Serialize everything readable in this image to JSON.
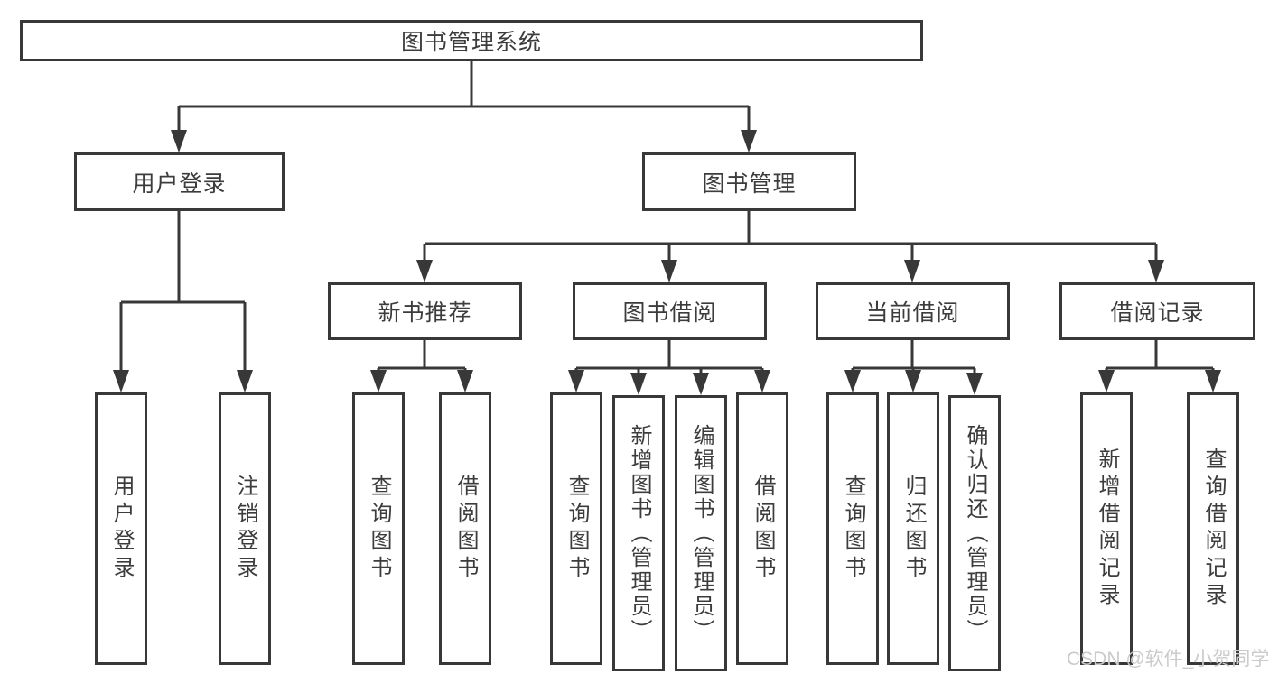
{
  "colors": {
    "line": "#383838",
    "text": "#3c3c3c",
    "background": "#ffffff",
    "watermark": "#cbcbcb"
  },
  "watermark": {
    "text": "CSDN @软件_小贺同学"
  },
  "tree": {
    "root": "图书管理系统",
    "user_login": {
      "label": "用户登录",
      "children": [
        "用户登录",
        "注销登录"
      ]
    },
    "book_management": {
      "label": "图书管理",
      "groups": [
        {
          "label": "新书推荐",
          "children": [
            "查询图书",
            "借阅图书"
          ]
        },
        {
          "label": "图书借阅",
          "children": [
            "查询图书",
            "新增图书（管理员）",
            "编辑图书（管理员）",
            "借阅图书"
          ]
        },
        {
          "label": "当前借阅",
          "children": [
            "查询图书",
            "归还图书",
            "确认归还（管理员）"
          ]
        },
        {
          "label": "借阅记录",
          "children": [
            "新增借阅记录",
            "查询借阅记录"
          ]
        }
      ]
    }
  }
}
